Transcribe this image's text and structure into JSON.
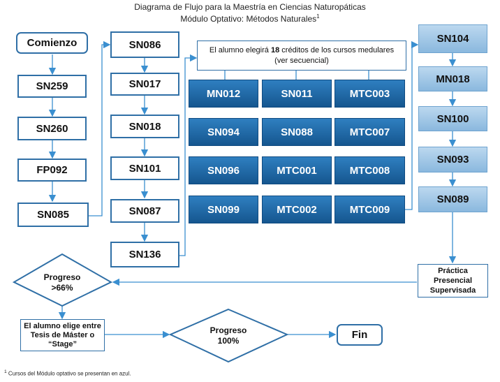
{
  "title": {
    "line1": "Diagrama de Flujo para la Maestría  en Ciencias Naturopáticas",
    "line2": "Módulo Optativo: Métodos Naturales",
    "line2_sup": "1"
  },
  "col1": [
    "Comienzo",
    "SN259",
    "SN260",
    "FP092",
    "SN085"
  ],
  "col2": [
    "SN086",
    "SN017",
    "SN018",
    "SN101",
    "SN087",
    "SN136"
  ],
  "core_note": {
    "before": "El alumno elegirá ",
    "bold": "18",
    "after": " créditos de los cursos medulares (ver secuencial)"
  },
  "core_grid": [
    [
      "MN012",
      "SN011",
      "MTC003"
    ],
    [
      "SN094",
      "SN088",
      "MTC007"
    ],
    [
      "SN096",
      "MTC001",
      "MTC008"
    ],
    [
      "SN099",
      "MTC002",
      "MTC009"
    ]
  ],
  "col4": [
    "SN104",
    "MN018",
    "SN100",
    "SN093",
    "SN089"
  ],
  "practica": "Práctica Presencial Supervisada",
  "progreso1": [
    "Progreso",
    ">66%"
  ],
  "choice": "El alumno elige entre Tesis de Máster o “Stage”",
  "progreso2": [
    "Progreso",
    "100%"
  ],
  "fin": "Fin",
  "footnote": {
    "sup": "1",
    "text": " Cursos del Módulo optativo se presentan en azul."
  },
  "colors": {
    "accent": "#2f6fa6",
    "core_blue": "#1a64a3",
    "optional_light": "#a4c8e6",
    "arrow": "#3a8fd0"
  }
}
